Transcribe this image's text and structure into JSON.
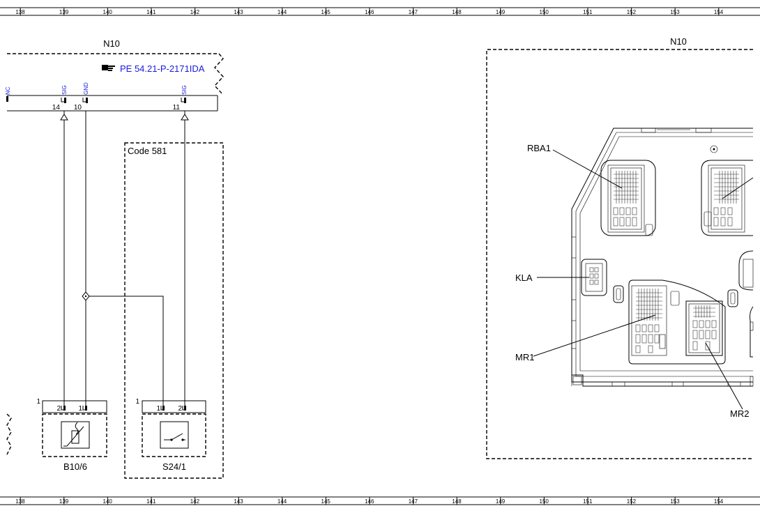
{
  "ruler": {
    "labels": [
      "138",
      "139",
      "140",
      "141",
      "142",
      "143",
      "144",
      "145",
      "146",
      "147",
      "148",
      "149",
      "150",
      "151",
      "152",
      "153",
      "154"
    ]
  },
  "left_module": {
    "name": "N10",
    "reference_icon": "pointing-hand-icon",
    "reference": "PE 54.21-P-2171IDA",
    "signals": [
      "NC",
      "SIG",
      "GND",
      "SIG"
    ],
    "pins": [
      "14",
      "10",
      "11"
    ]
  },
  "option_box": {
    "label": "Code 581"
  },
  "components": [
    {
      "name": "B10/6",
      "icon": "temperature-sensor-icon",
      "pin_left": "2",
      "pin_right": "1",
      "corner_pin": "1"
    },
    {
      "name": "S24/1",
      "icon": "switch-icon",
      "pin_left": "1",
      "pin_right": "2",
      "corner_pin": "1"
    }
  ],
  "right_module": {
    "name": "N10",
    "connectors": [
      "RBA1",
      "KLA",
      "MR1",
      "MR2"
    ]
  }
}
